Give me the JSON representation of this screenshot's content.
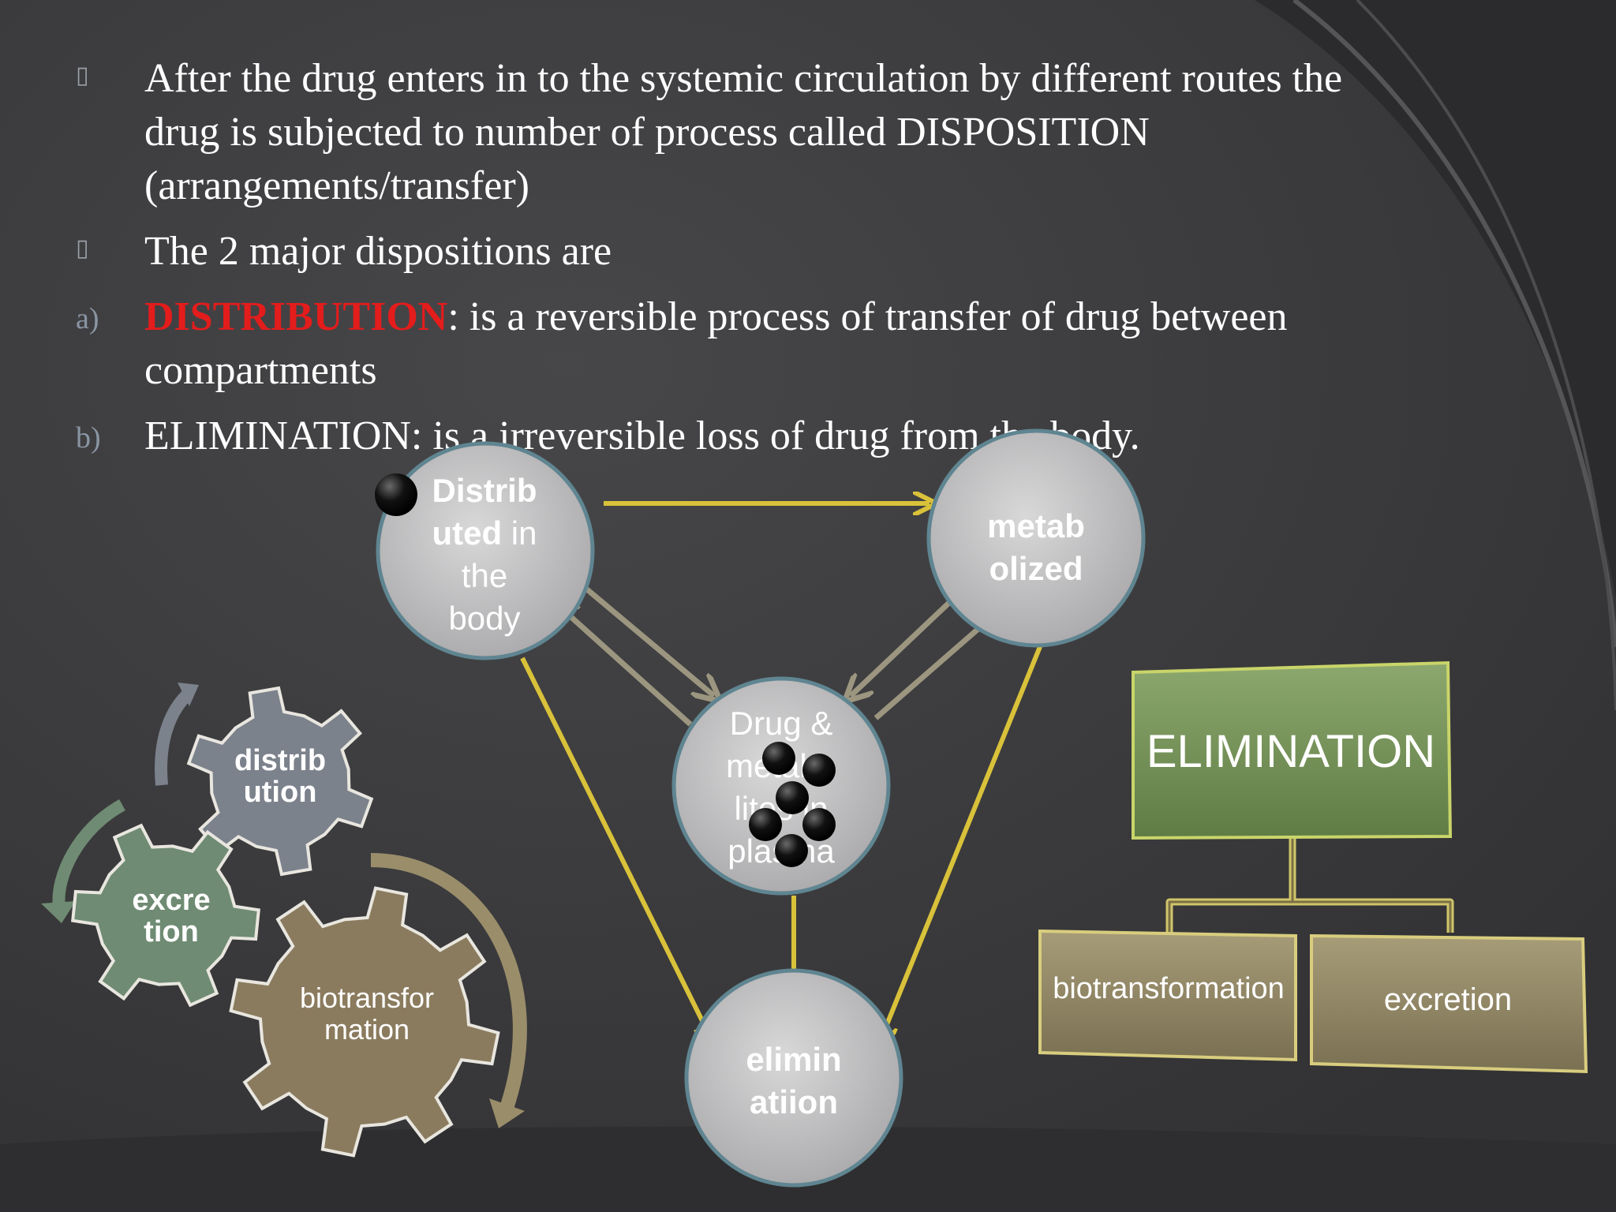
{
  "bullets": {
    "b1_marker": "▯",
    "b1_line1": "After the drug enters in to the systemic circulation by different routes the",
    "b1_line2": "drug is subjected to number of process called DISPOSITION",
    "b1_line3": "(arrangements/transfer)",
    "b2_marker": "▯",
    "b2_text": "The 2 major dispositions are",
    "a_marker": "a)",
    "a_keyword": "DISTRIBUTION",
    "a_rest": ": is a reversible process of transfer of drug between",
    "a_line2": "compartments",
    "b_marker": "b)",
    "b_text": "ELIMINATION: is a irreversible loss of drug from the body."
  },
  "cycle": {
    "distributed_l1": "Distrib",
    "distributed_l2a": "uted",
    "distributed_l2b": " in",
    "distributed_l3": "the",
    "distributed_l4": "body",
    "metabolized_l1": "metab",
    "metabolized_l2": "olized",
    "plasma_l1": "Drug &",
    "plasma_l2": "metabo",
    "plasma_l3": "lites in",
    "plasma_l4": "plasma",
    "elimination_l1": "elimin",
    "elimination_l2": "atiion"
  },
  "gears": {
    "distribution_l1": "distrib",
    "distribution_l2": "ution",
    "excretion_l1": "excre",
    "excretion_l2": "tion",
    "biotransformation_l1": "biotransfor",
    "biotransformation_l2": "mation"
  },
  "hierarchy": {
    "root": "ELIMINATION",
    "child1": "biotransformation",
    "child2": "excretion"
  },
  "colors": {
    "background": "#3d3d3f",
    "accent_red": "#e31c1c",
    "arrow_yellow": "#d9c23a",
    "node_fill": "#c7c6c7",
    "node_stroke": "#5f8591",
    "gear_gray": "#7c828c",
    "gear_green": "#6f8b73",
    "gear_tan": "#8b7b5e",
    "box_green": "#75935a",
    "box_tan": "#928866"
  }
}
